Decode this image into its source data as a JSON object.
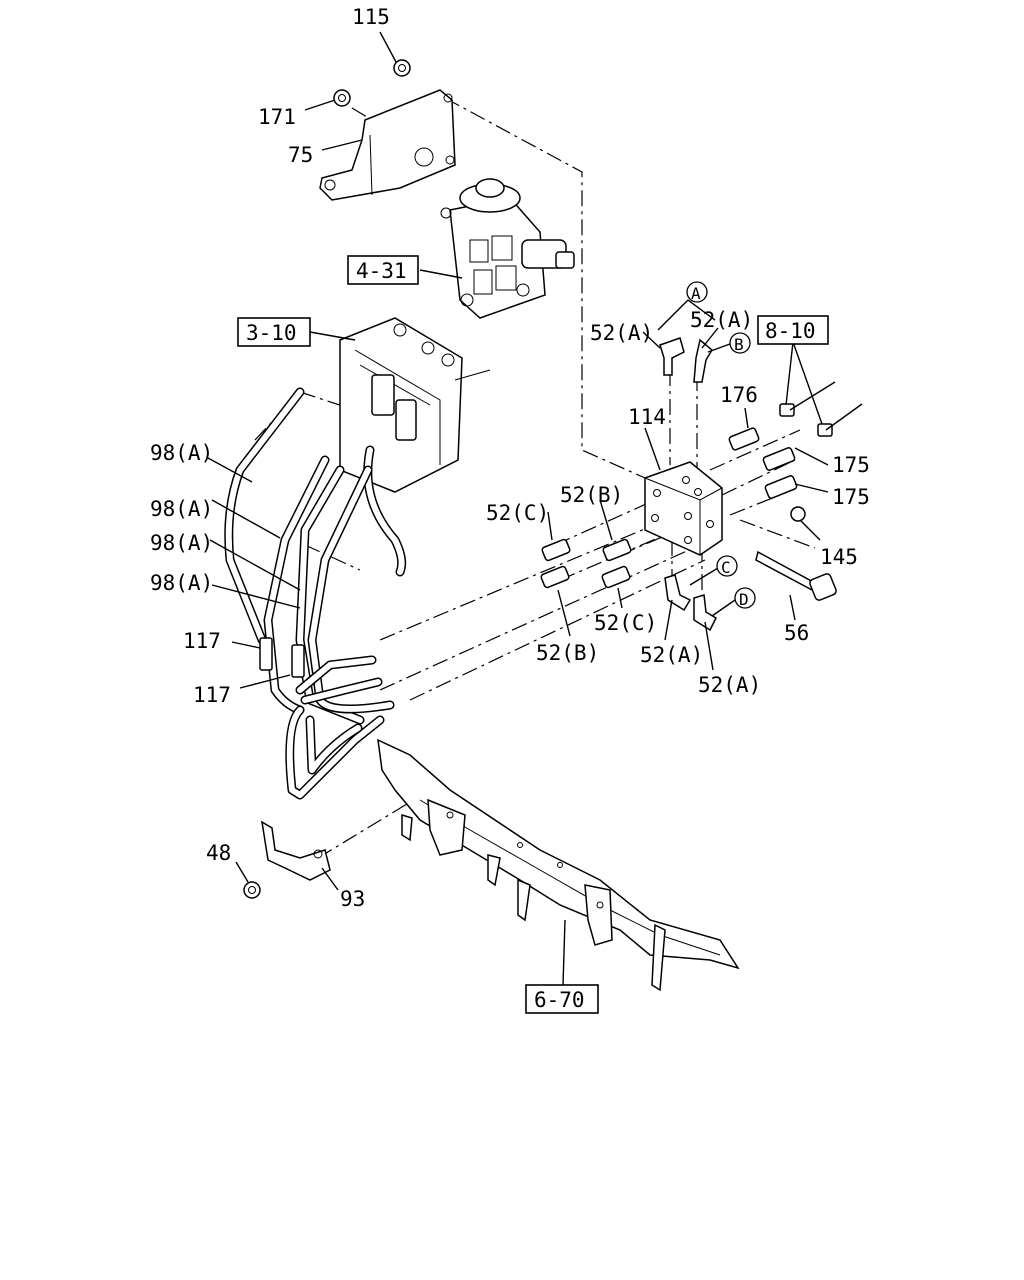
{
  "diagram": {
    "callouts": {
      "c115": "115",
      "c171": "171",
      "c75": "75",
      "c98a_1": "98(A)",
      "c98a_2": "98(A)",
      "c98a_3": "98(A)",
      "c98a_4": "98(A)",
      "c117_1": "117",
      "c117_2": "117",
      "c52a_1": "52(A)",
      "c52a_2": "52(A)",
      "c52a_3": "52(A)",
      "c52a_4": "52(A)",
      "c52b_1": "52(B)",
      "c52b_2": "52(B)",
      "c52c_1": "52(C)",
      "c52c_2": "52(C)",
      "c114": "114",
      "c176": "176",
      "c175_1": "175",
      "c175_2": "175",
      "c145": "145",
      "c56": "56",
      "c48": "48",
      "c93": "93"
    },
    "references": {
      "ref_4_31": "4-31",
      "ref_3_10": "3-10",
      "ref_8_10": "8-10",
      "ref_6_70": "6-70"
    },
    "markers": {
      "mA": "A",
      "mB": "B",
      "mC": "C",
      "mD": "D"
    }
  }
}
